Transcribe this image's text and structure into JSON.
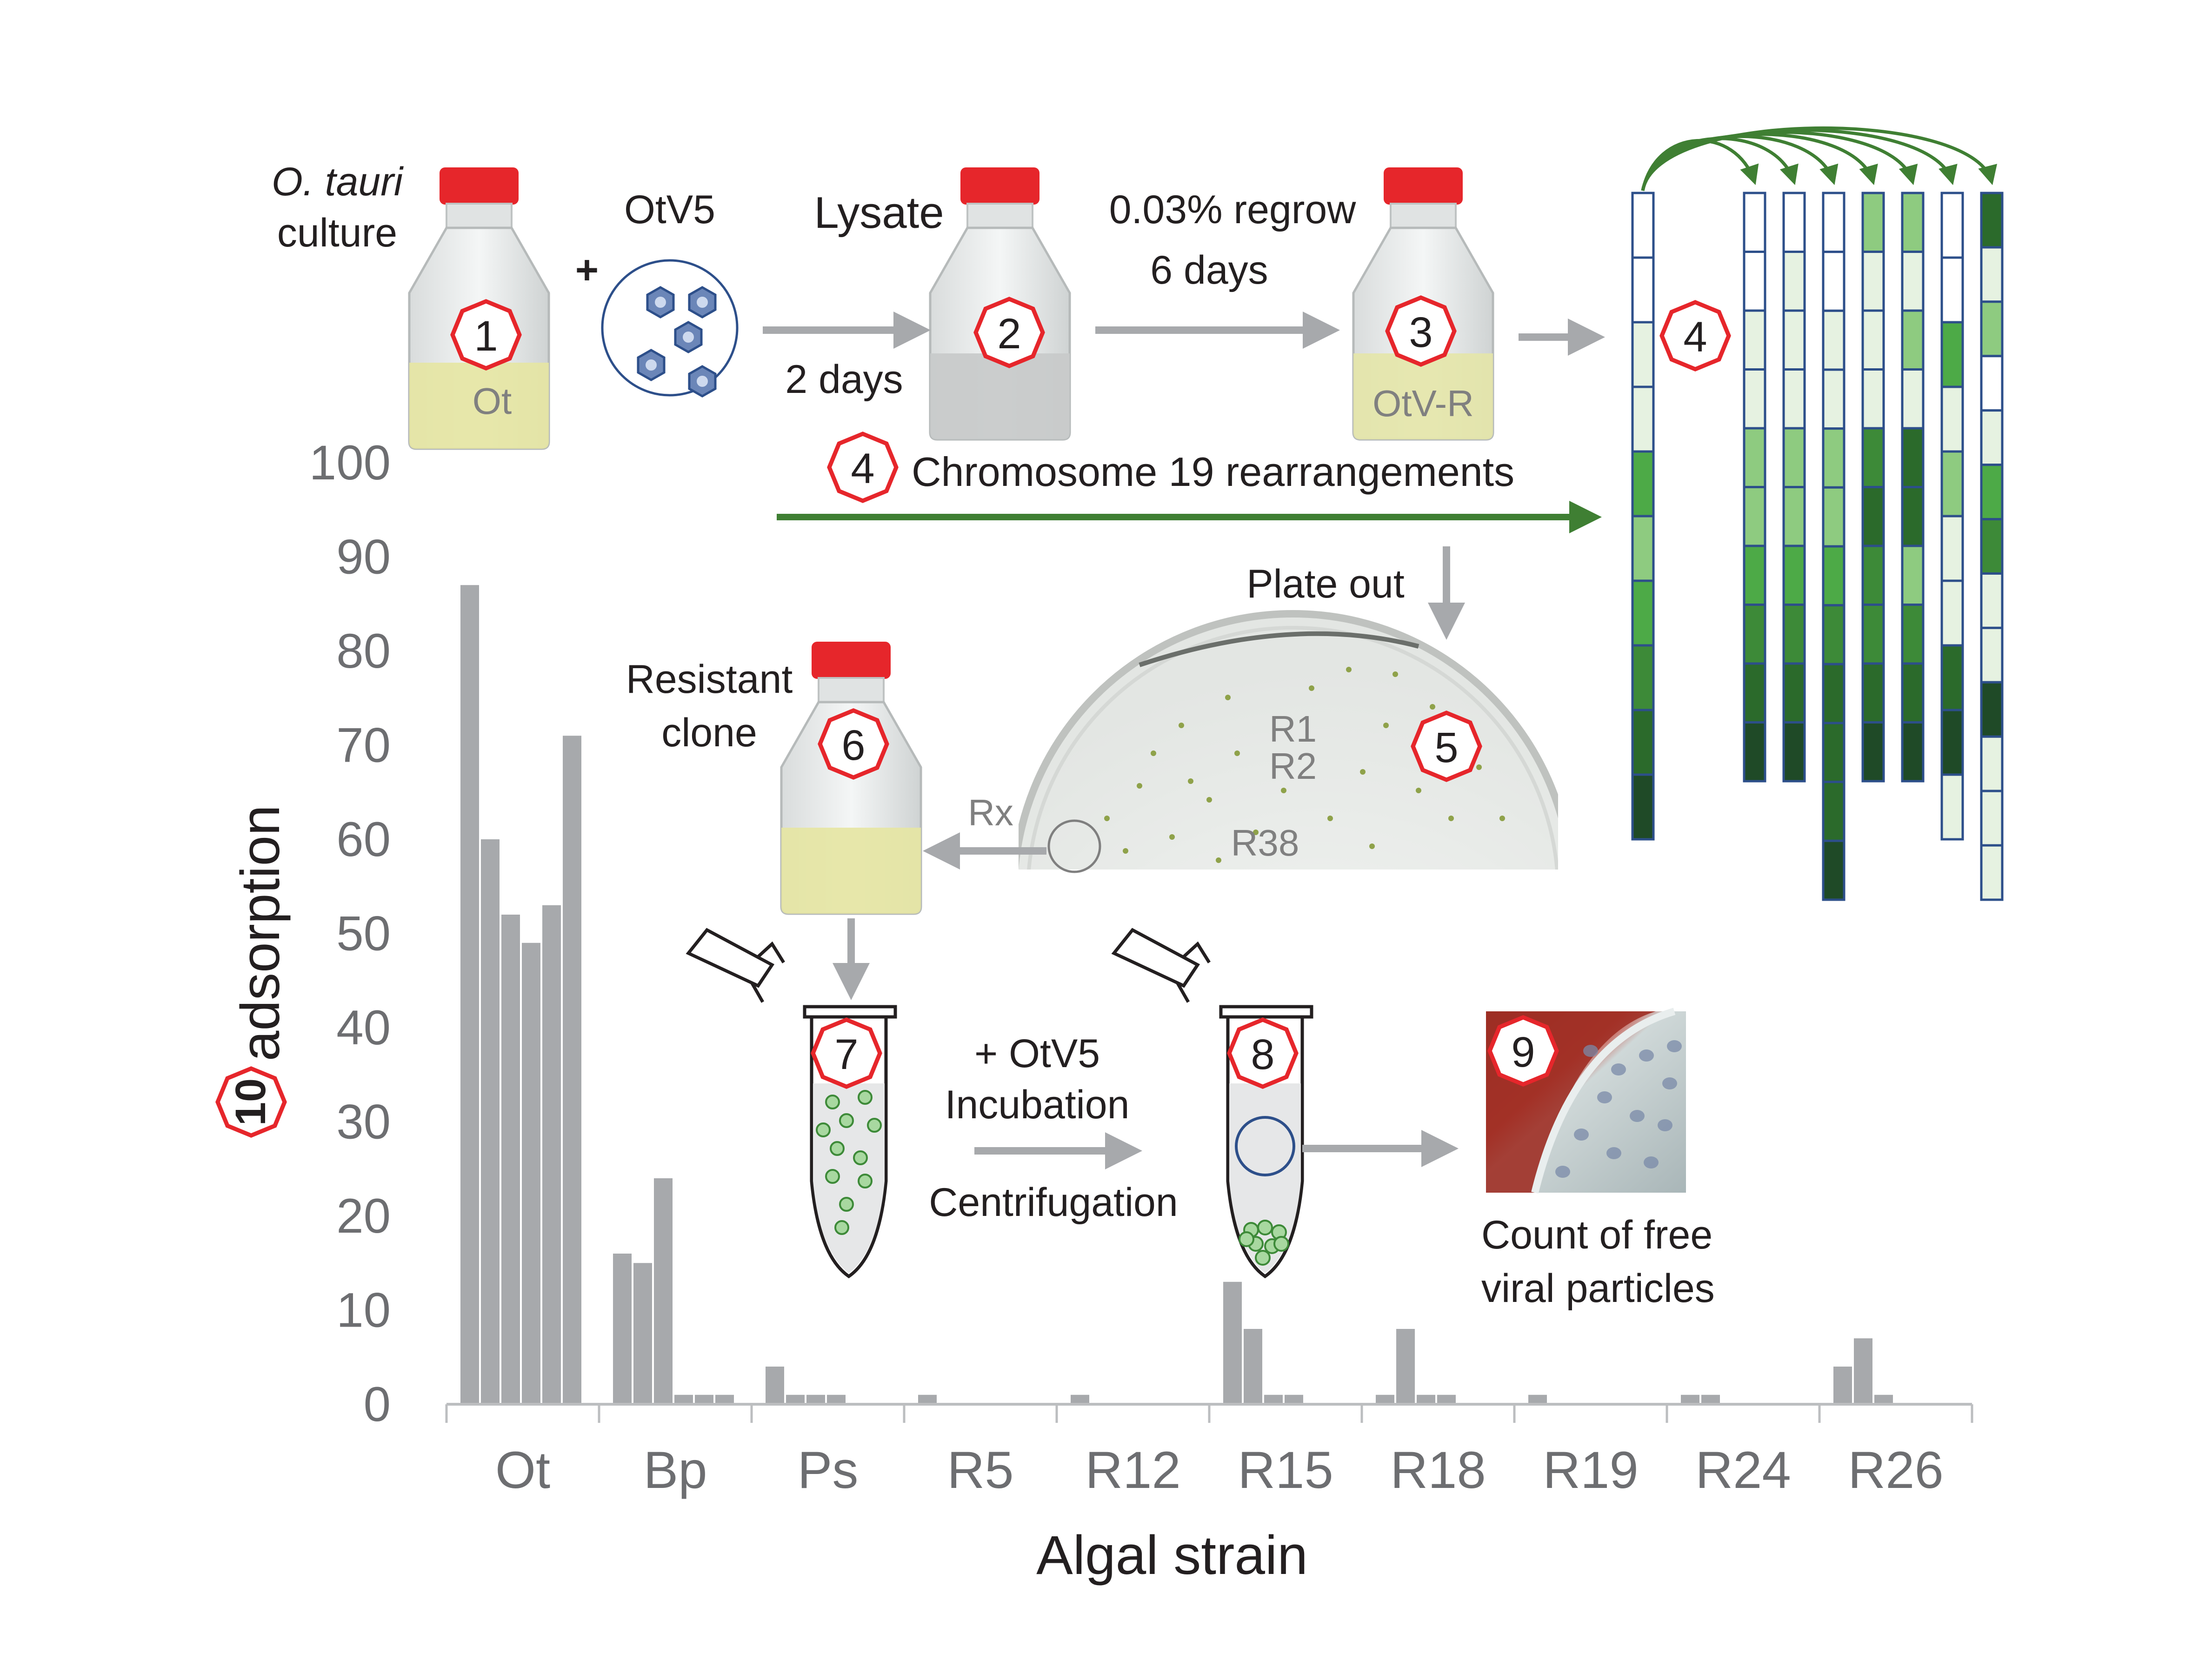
{
  "chart_data": {
    "type": "bar",
    "ylabel": "% adsorption",
    "xlabel": "Algal strain",
    "ylim": [
      0,
      100
    ],
    "yticks": [
      0,
      10,
      20,
      30,
      40,
      50,
      60,
      70,
      80,
      90,
      100
    ],
    "categories": [
      "Ot",
      "Bp",
      "Ps",
      "R5",
      "R12",
      "R15",
      "R18",
      "R19",
      "R24",
      "R26"
    ],
    "values": [
      [
        87,
        60,
        52,
        49,
        53,
        71
      ],
      [
        16,
        15,
        24,
        1,
        1,
        1
      ],
      [
        4,
        1,
        1,
        1
      ],
      [
        1
      ],
      [
        1
      ],
      [
        13,
        8,
        1,
        1
      ],
      [
        1,
        8,
        1,
        1
      ],
      [
        1
      ],
      [
        1,
        1
      ],
      [
        4,
        7,
        1
      ]
    ],
    "bar_color": "#a7a9ac"
  },
  "schematic": {
    "culture_label_italic": "O. tauri",
    "culture_label": "culture",
    "plus": "+",
    "virus_label": "OtV5",
    "lysate_label": "Lysate",
    "days_2": "2 days",
    "regrow_line1": "0.03% regrow",
    "regrow_line2": "6 days",
    "flask1_text": "Ot",
    "flask3_text": "OtV-R",
    "chrom_label": "Chromosome 19 rearrangements",
    "plate_out": "Plate out",
    "resistant_line1": "Resistant",
    "resistant_line2": "clone",
    "rx": "Rx",
    "plate_r1": "R1",
    "plate_r2": "R2",
    "plate_r38": "R38",
    "incub_line1": "+ OtV5",
    "incub_line2": "Incubation",
    "centrifugation": "Centrifugation",
    "count_line1": "Count of free",
    "count_line2": "viral particles",
    "steps": [
      "1",
      "2",
      "3",
      "4",
      "4",
      "5",
      "6",
      "7",
      "8",
      "9",
      "10"
    ]
  },
  "colors": {
    "flask_cap": "#e6262b",
    "green_arrow": "#3f7f33",
    "grey_arrow": "#a7a9ac",
    "blue_outline": "#2d4f8a",
    "green_shades": [
      "#ffffff",
      "#e6f2e1",
      "#8ecb80",
      "#4daa47",
      "#3d8a38",
      "#2b6a2b",
      "#1f4a27"
    ]
  }
}
